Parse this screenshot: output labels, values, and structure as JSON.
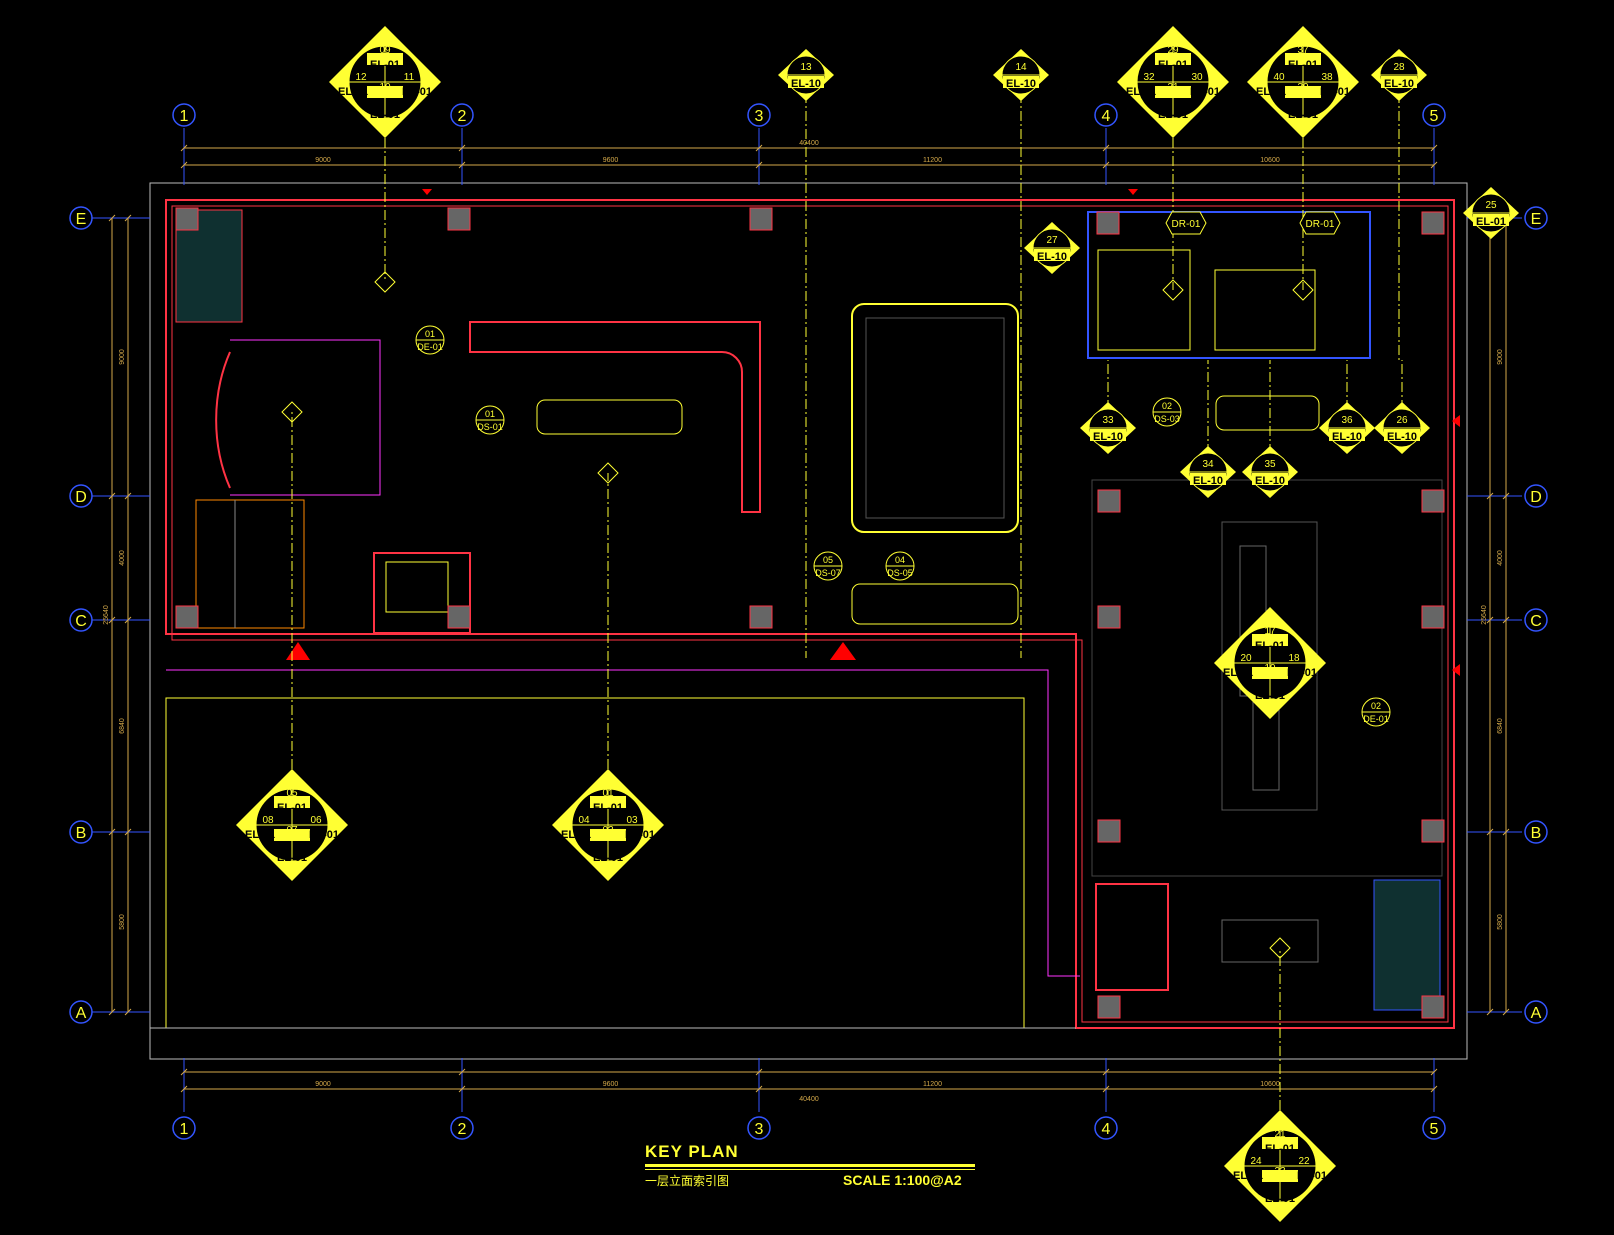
{
  "grid": {
    "columns": [
      {
        "label": "1"
      },
      {
        "label": "2"
      },
      {
        "label": "3"
      },
      {
        "label": "4"
      },
      {
        "label": "5"
      }
    ],
    "rows": [
      {
        "label": "E"
      },
      {
        "label": "D"
      },
      {
        "label": "C"
      },
      {
        "label": "B"
      },
      {
        "label": "A"
      }
    ]
  },
  "dimensions": {
    "horizontal": [
      "9000",
      "9600",
      "11200",
      "10600"
    ],
    "horizontal_total": "40400",
    "vertical": [
      "9000",
      "4000",
      "6840",
      "5800"
    ],
    "vertical_total": "25640"
  },
  "elevation_markers": [
    {
      "top": "09",
      "left": "12",
      "right": "11",
      "bottom": "10",
      "code": "EL-01"
    },
    {
      "top": "29",
      "left": "32",
      "right": "30",
      "bottom": "31",
      "code": "EL-01"
    },
    {
      "top": "37",
      "left": "40",
      "right": "38",
      "bottom": "39",
      "code": "EL-01"
    },
    {
      "top": "05",
      "left": "08",
      "right": "06",
      "bottom": "07",
      "code": "EL-01"
    },
    {
      "top": "01",
      "left": "04",
      "right": "03",
      "bottom": "02",
      "code": "EL-01"
    },
    {
      "top": "17",
      "left": "20",
      "right": "18",
      "bottom": "19",
      "code": "EL-01"
    },
    {
      "top": "21",
      "left": "24",
      "right": "22",
      "bottom": "23",
      "code": "EL-01"
    }
  ],
  "section_markers": [
    {
      "num": "13",
      "code": "EL-10"
    },
    {
      "num": "14",
      "code": "EL-10"
    },
    {
      "num": "28",
      "code": "EL-10"
    },
    {
      "num": "25",
      "code": "EL-01"
    },
    {
      "num": "27",
      "code": "EL-10"
    },
    {
      "num": "33",
      "code": "EL-10"
    },
    {
      "num": "36",
      "code": "EL-10"
    },
    {
      "num": "26",
      "code": "EL-10"
    },
    {
      "num": "34",
      "code": "EL-10"
    },
    {
      "num": "35",
      "code": "EL-10"
    }
  ],
  "detail_tags": [
    {
      "num": "01",
      "code": "DE-01"
    },
    {
      "num": "01",
      "code": "DS-01"
    },
    {
      "num": "05",
      "code": "DS-07"
    },
    {
      "num": "04",
      "code": "DS-05"
    },
    {
      "num": "02",
      "code": "DS-03"
    },
    {
      "num": "02",
      "code": "DE-01"
    }
  ],
  "door_tags": [
    "DR-01",
    "DR-01"
  ],
  "title": {
    "main": "KEY  PLAN",
    "sub": "一层立面索引图",
    "scale": "SCALE  1:100@A2"
  },
  "colors": {
    "background": "#000000",
    "grid_bubble": "#3355ff",
    "dimension": "#d4a94a",
    "wall": "#ff3344",
    "marker": "#ffff33",
    "magenta": "#ff33ff"
  }
}
